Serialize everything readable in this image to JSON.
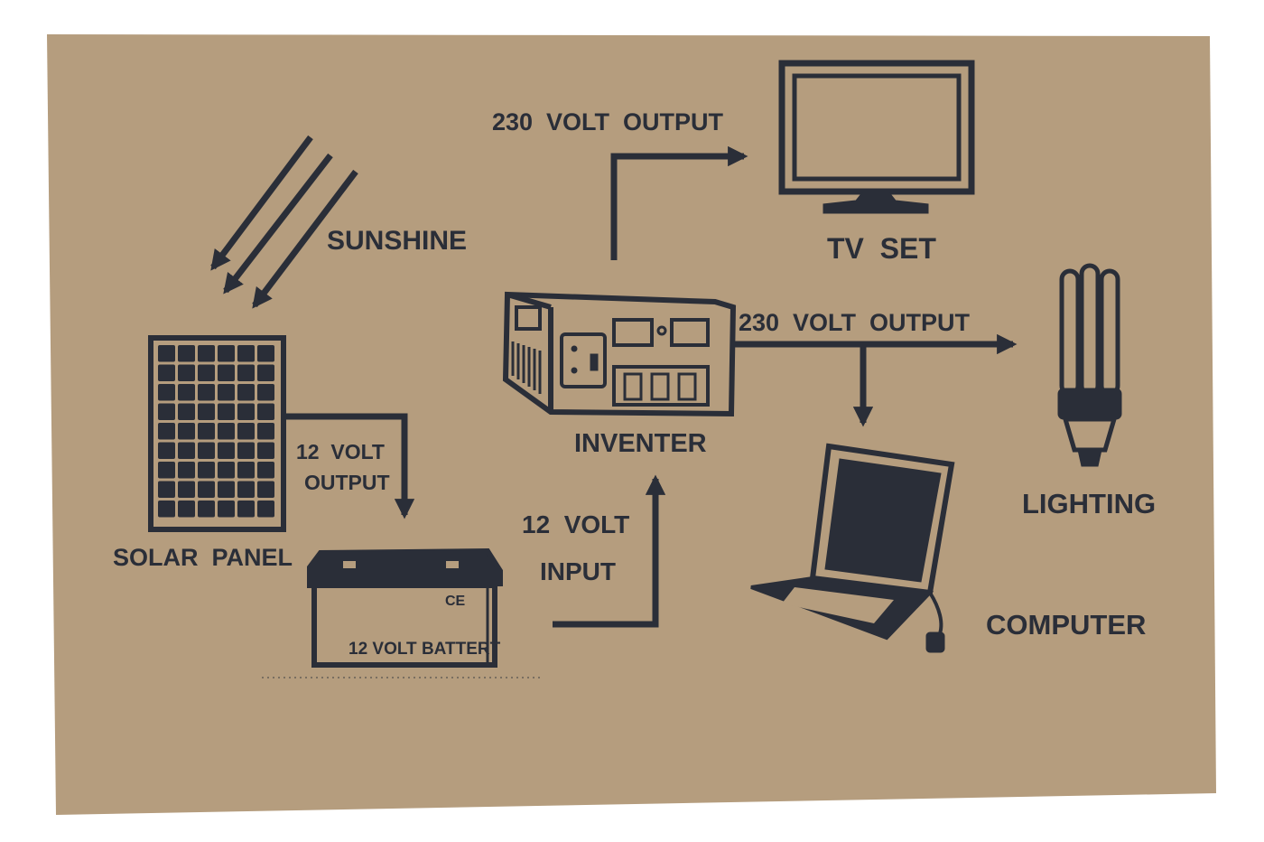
{
  "labels": {
    "sunshine": "SUNSHINE",
    "solar_panel": "SOLAR  PANEL",
    "panel_output_line1": "12  VOLT",
    "panel_output_line2": "OUTPUT",
    "battery_mark": "CE",
    "battery": "12 VOLT BATTERT",
    "inverter_input_line1": "12  VOLT",
    "inverter_input_line2": "INPUT",
    "inverter": "INVENTER",
    "output_top": "230  VOLT  OUTPUT",
    "output_right": "230  VOLT  OUTPUT",
    "tv": "TV  SET",
    "lighting": "LIGHTING",
    "computer": "COMPUTER"
  },
  "colors": {
    "card": "#b59d7e",
    "ink": "#2a2e38",
    "background": "#ffffff"
  },
  "icons": {
    "sun_rays": "sun-rays-icon",
    "solar_panel": "solar-panel-icon",
    "battery": "battery-icon",
    "inverter": "inverter-icon",
    "tv": "tv-icon",
    "lamp": "cfl-bulb-icon",
    "laptop": "laptop-icon"
  }
}
